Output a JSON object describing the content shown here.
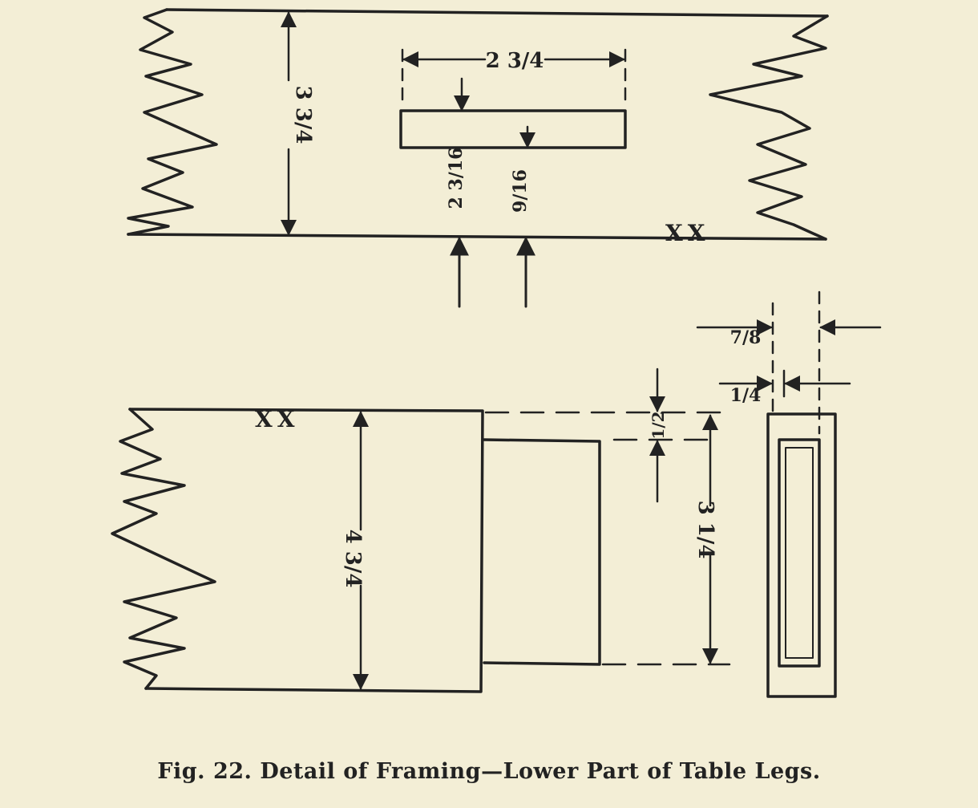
{
  "caption": "Fig. 22. Detail of Framing—Lower Part of Table Legs.",
  "marks": {
    "xx": "XX"
  },
  "dimensions": {
    "rail_height": "3 3/4",
    "mortise_length": "2 3/4",
    "mortise_offset_a": "2 3/16",
    "mortise_offset_b": "9/16",
    "leg_width": "4 3/4",
    "tenon_shoulder": "1/2",
    "tenon_width": "3 1/4",
    "thickness_full": "7/8",
    "tenon_thickness": "1/4"
  },
  "colors": {
    "paper": "#f3eed6",
    "ink": "#222222"
  }
}
